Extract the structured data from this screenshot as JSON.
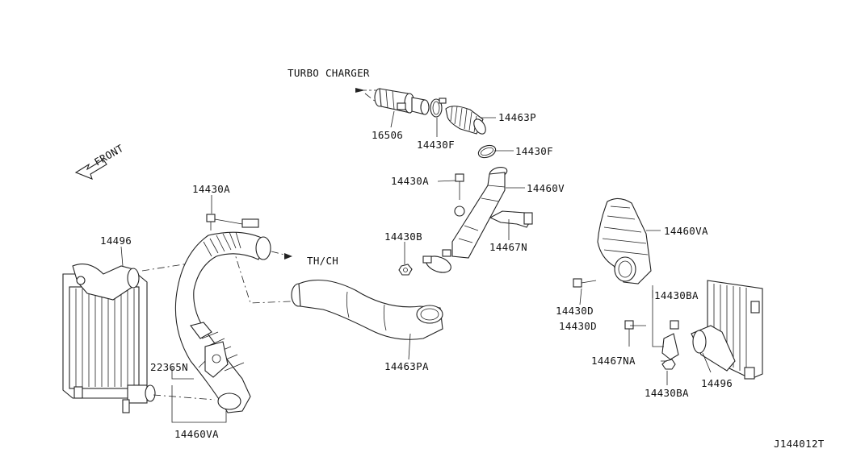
{
  "diagram": {
    "id": "J144012T",
    "direction_labels": {
      "turbo": "TURBO CHARGER",
      "front": "FRONT",
      "throttle": "TH/CH"
    },
    "callouts": [
      {
        "key": "p16506",
        "text": "16506"
      },
      {
        "key": "p14430F_a",
        "text": "14430F"
      },
      {
        "key": "p14463P",
        "text": "14463P"
      },
      {
        "key": "p14430F_b",
        "text": "14430F"
      },
      {
        "key": "p14430A_a",
        "text": "14430A"
      },
      {
        "key": "p14460V",
        "text": "14460V"
      },
      {
        "key": "p14430B",
        "text": "14430B"
      },
      {
        "key": "p14467N",
        "text": "14467N"
      },
      {
        "key": "p14430A_b",
        "text": "14430A"
      },
      {
        "key": "p14496_a",
        "text": "14496"
      },
      {
        "key": "p22365N",
        "text": "22365N"
      },
      {
        "key": "p14460VA_a",
        "text": "14460VA"
      },
      {
        "key": "p14463PA",
        "text": "14463PA"
      },
      {
        "key": "p14460VA_b",
        "text": "14460VA"
      },
      {
        "key": "p14430D_a",
        "text": "14430D"
      },
      {
        "key": "p14430BA_a",
        "text": "14430BA"
      },
      {
        "key": "p14430D_b",
        "text": "14430D"
      },
      {
        "key": "p14467NA",
        "text": "14467NA"
      },
      {
        "key": "p14430BA_b",
        "text": "14430BA"
      },
      {
        "key": "p14496_b",
        "text": "14496"
      }
    ]
  }
}
